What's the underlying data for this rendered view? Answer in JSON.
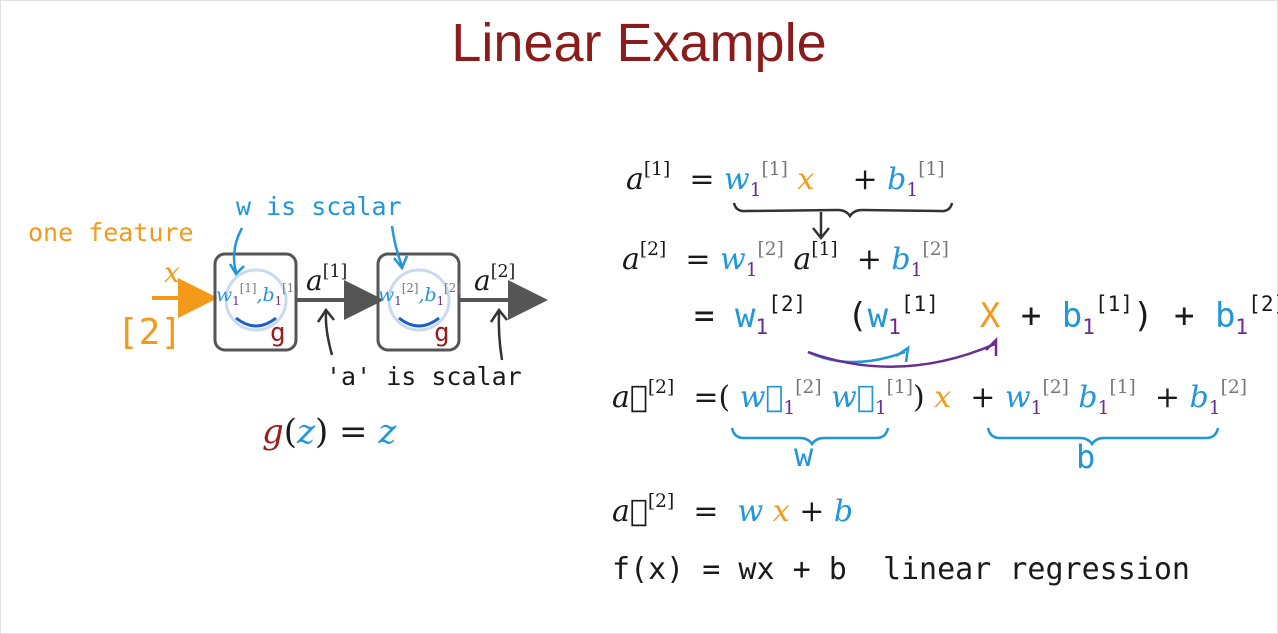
{
  "title": "Linear Example",
  "annotations": {
    "one_feature": "one feature",
    "w_scalar": "w is scalar",
    "a_scalar": "'a' is scalar",
    "input_x": "x",
    "input_value": "[2]",
    "g_label": "g"
  },
  "neurons": [
    {
      "w": "w",
      "w_sub": "1",
      "w_sup": "[1]",
      "b": "b",
      "b_sub": "1",
      "b_sup": "[1]",
      "output": "a",
      "output_sup": "[1]"
    },
    {
      "w": "w",
      "w_sub": "1",
      "w_sup": "[2]",
      "b": "b",
      "b_sub": "1",
      "b_sup": "[2]",
      "output": "a",
      "output_sup": "[2]"
    }
  ],
  "activation": {
    "g": "g",
    "z": "z",
    "equals": "="
  },
  "equations": {
    "eq1": {
      "lhs": "a",
      "lhs_sup": "[1]",
      "w_sup": "[1]",
      "b_sup": "[1]"
    },
    "eq2": {
      "lhs": "a",
      "lhs_sup": "[2]",
      "w_sup": "[2]",
      "a_sup": "[1]",
      "b_sup": "[2]"
    },
    "eq3": {
      "w_sup": "[2]",
      "w_inner_sup": "[1]",
      "b_inner_sup": "[1]",
      "b_sup": "[2]"
    },
    "eq4": {
      "lhs_sup": "[2]",
      "w2_sup": "[2]",
      "w1_sup": "[1]",
      "w_sup": "[2]",
      "b1_sup": "[1]",
      "b_sup": "[2]",
      "brace_w": "w",
      "brace_b": "b"
    },
    "eq5": {
      "lhs_sup": "[2]",
      "w": "w",
      "x": "x",
      "plus": "+",
      "b": "b"
    },
    "eq6": {
      "text": "f(x) = wx + b",
      "label": "linear regression"
    }
  }
}
